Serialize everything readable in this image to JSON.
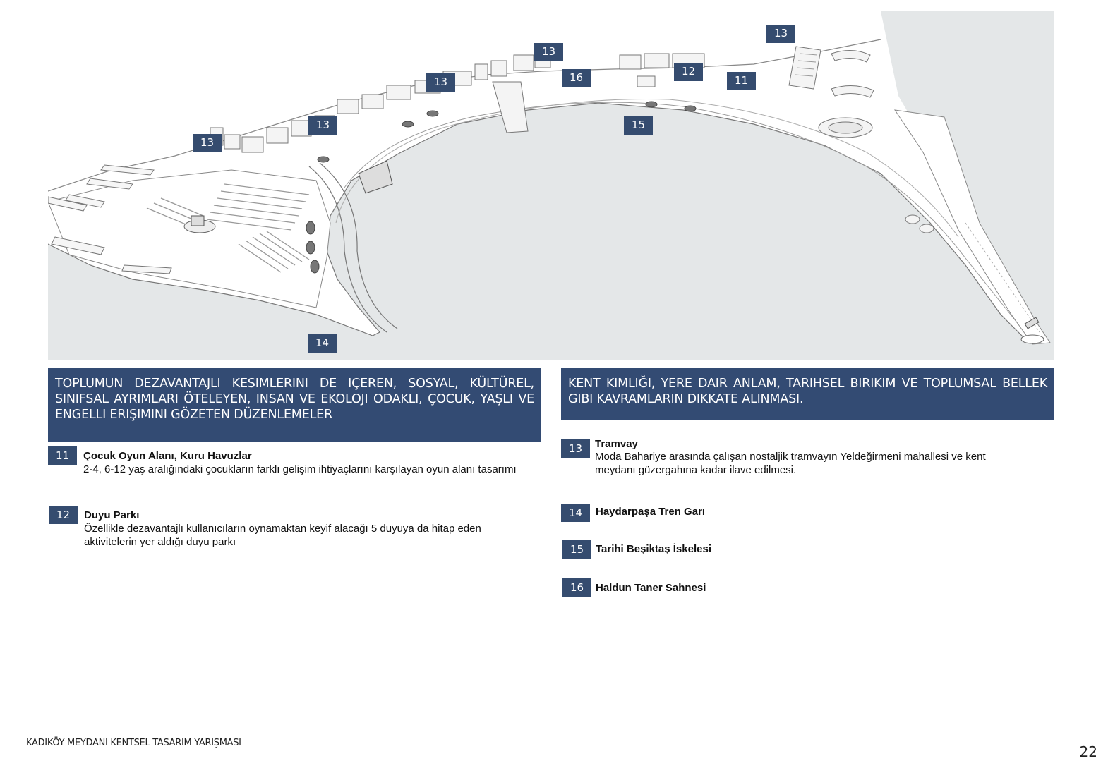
{
  "map": {
    "tags": [
      "13",
      "13",
      "13",
      "13",
      "13",
      "16",
      "12",
      "11",
      "15",
      "14"
    ]
  },
  "banners": {
    "left": "TOPLUMUN DEZAVANTAJLI KESIMLERINI DE IÇEREN, SOSYAL, KÜLTÜREL, SINIFSAL AYRIMLARI ÖTELEYEN, INSAN VE EKOLOJI ODAKLI, ÇOCUK, YAŞLI VE ENGELLI ERIŞIMINI GÖZETEN DÜZENLEMELER",
    "right": "KENT KIMLIĞI, YERE DAIR ANLAM, TARIHSEL BIRIKIM VE TOPLUMSAL BELLEK GIBI KAVRAMLARIN DIKKATE ALINMASI."
  },
  "left_items": [
    {
      "num": "11",
      "title": "Çocuk Oyun Alanı, Kuru Havuzlar",
      "desc": "2-4, 6-12 yaş aralığındaki çocukların farklı gelişim ihtiyaçlarını karşılayan oyun alanı tasarımı"
    },
    {
      "num": "12",
      "title": "Duyu Parkı",
      "desc": "Özellikle dezavantajlı kullanıcıların oynamaktan keyif alacağı 5 duyuya da hitap eden aktivitelerin yer aldığı duyu parkı"
    }
  ],
  "right_items": [
    {
      "num": "13",
      "title": "Tramvay",
      "desc": "Moda Bahariye arasında çalışan nostaljik tramvayın Yeldeğirmeni mahallesi ve kent meydanı güzergahına kadar ilave edilmesi."
    },
    {
      "num": "14",
      "title": "Haydarpaşa Tren Garı"
    },
    {
      "num": "15",
      "title": "Tarihi Beşiktaş İskelesi"
    },
    {
      "num": "16",
      "title": "Haldun Taner Sahnesi"
    }
  ],
  "footer": {
    "title": "KADIKÖY MEYDANI KENTSEL TASARIM YARIŞMASI",
    "page": "22"
  },
  "colors": {
    "banner": "#334b73",
    "tag": "#354c6f",
    "water": "#e4e7e8",
    "land": "#ffffff"
  }
}
